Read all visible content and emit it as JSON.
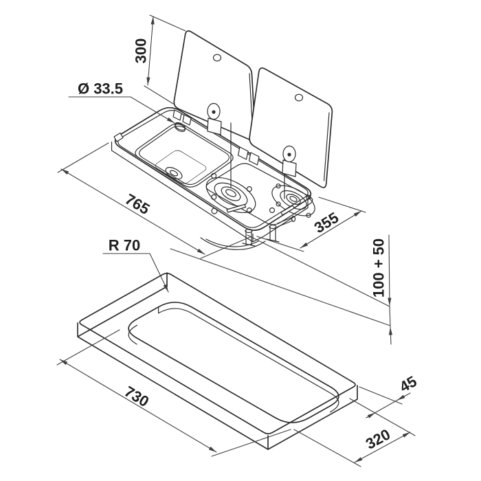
{
  "drawing": {
    "type": "technical-isometric",
    "line_color": "#2d2d2d",
    "dimension_color": "#3e3e3e",
    "background": "#ffffff",
    "labels": {
      "lid_height": "300",
      "hole_diameter": "Ø 33.5",
      "unit_length": "765",
      "unit_depth": "355",
      "mount_height": "100 + 50",
      "corner_radius": "R 70",
      "cutout_length": "730",
      "edge_distance": "45",
      "cutout_width": "320"
    }
  }
}
